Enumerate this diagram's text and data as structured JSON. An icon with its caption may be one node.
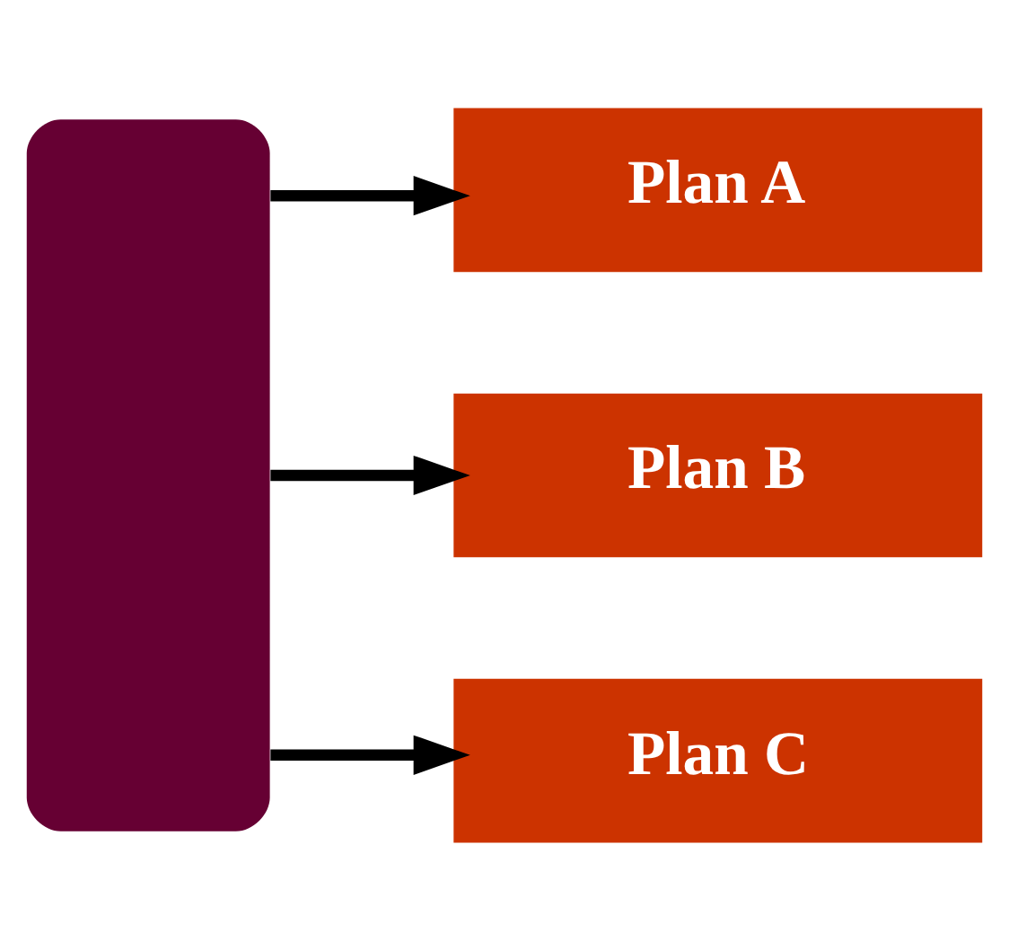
{
  "diagram": {
    "nodes": [
      {
        "text": [],
        "shape": "box"
      },
      {
        "text": [
          "Plan A"
        ]
      },
      {
        "text": [
          "Plan B"
        ]
      },
      {
        "text": [
          "Plan C"
        ]
      }
    ],
    "edges": [
      {
        "from": 0,
        "to": 1,
        "arrow": "to"
      },
      {
        "from": 0,
        "to": 2,
        "arrow": "to"
      },
      {
        "from": 0,
        "to": 3,
        "arrow": "to"
      }
    ]
  }
}
